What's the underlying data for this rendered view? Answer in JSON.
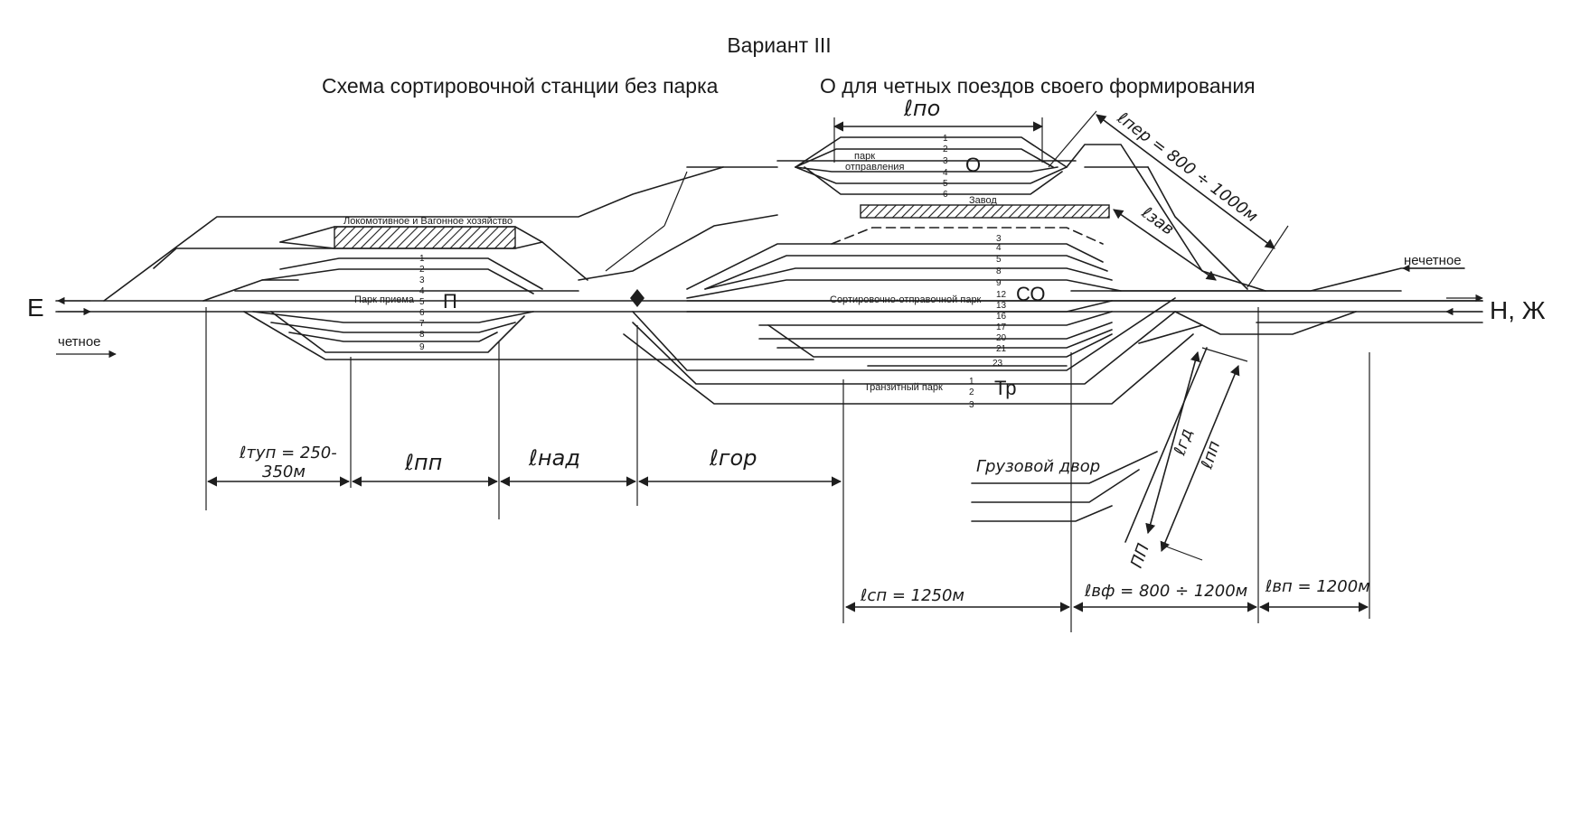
{
  "title": {
    "variant": "Вариант III",
    "scheme_left": "Схема сортировочной станции без парка",
    "scheme_right": "О для четных поездов своего формирования"
  },
  "stations": {
    "left": "Е",
    "right": "Н, Ж",
    "even_direction": "четное",
    "odd_direction": "нечетное"
  },
  "parks": {
    "depot": "Локомотивное и Вагонное хозяйство",
    "reception": {
      "label": "Парк приема",
      "letter": "П",
      "tracks": [
        "1",
        "2",
        "3",
        "4",
        "5",
        "6",
        "7",
        "8",
        "9"
      ]
    },
    "departure": {
      "label_line1": "парк",
      "label_line2": "отправления",
      "letter": "О",
      "tracks": [
        "1",
        "2",
        "3",
        "4",
        "5",
        "6"
      ]
    },
    "plant": "Завод",
    "sorting": {
      "label": "Сортировочно-отправочной парк",
      "letter": "СО",
      "tracks": [
        "3",
        "4",
        "5",
        "8",
        "9",
        "12",
        "13",
        "16",
        "17",
        "20",
        "21",
        "23"
      ]
    },
    "transit": {
      "label": "Транзитный парк",
      "letter": "Тр",
      "tracks": [
        "1",
        "2",
        "3"
      ]
    },
    "freight_yard": "Грузовой двор",
    "pp_label": "ПП"
  },
  "dimensions": {
    "l_po": "ℓпо",
    "l_per": "ℓпер = 800 ÷ 1000м",
    "l_zav": "ℓзав",
    "l_tup_1": "ℓтуп = 250-",
    "l_tup_2": "350м",
    "l_pp": "ℓпп",
    "l_nad": "ℓнад",
    "l_gor": "ℓгор",
    "l_gd": "ℓгд",
    "l_pp_diag": "ℓпп",
    "l_sp": "ℓсп = 1250м",
    "l_vf": "ℓвф = 800 ÷ 1200м",
    "l_vp": "ℓвп = 1200м"
  }
}
